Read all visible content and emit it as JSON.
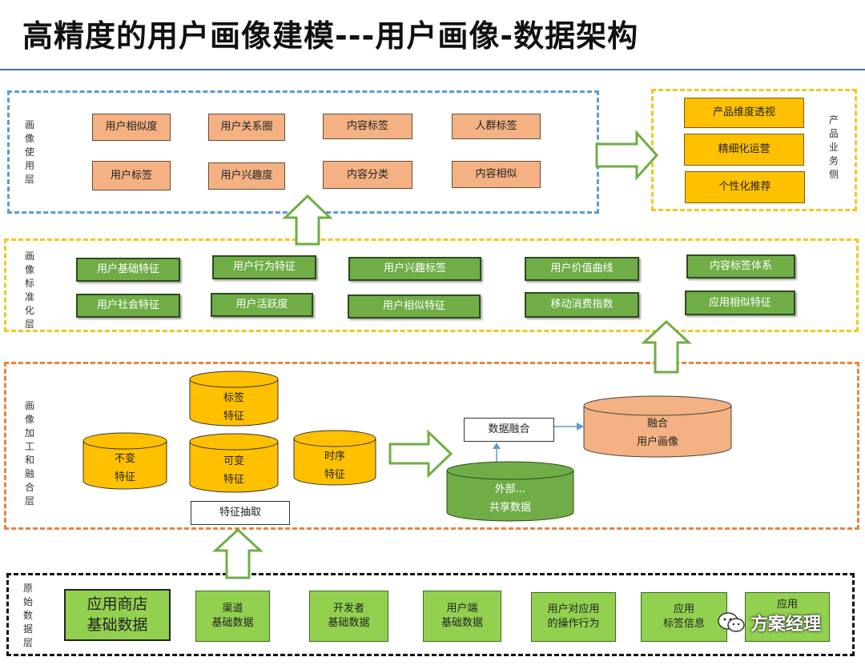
{
  "title": "高精度的用户画像建模---用户画像-数据架构",
  "layers": {
    "usage": "画像使用层",
    "business": "产品业务侧",
    "standard": "画像标准化层",
    "processing": "画像加工和融合层",
    "raw": "原始数据层"
  },
  "usage_boxes": [
    "用户相似度",
    "用户关系圈",
    "内容标签",
    "人群标签",
    "用户标签",
    "用户兴趣度",
    "内容分类",
    "内容相似"
  ],
  "business_boxes": [
    "产品维度透视",
    "精细化运营",
    "个性化推荐"
  ],
  "standard_boxes": [
    "用户基础特征",
    "用户行为特征",
    "用户兴趣标签",
    "用户价值曲线",
    "内容标签体系",
    "用户社会特征",
    "用户活跃度",
    "用户相似特征",
    "移动消费指数",
    "应用相似特征"
  ],
  "processing": {
    "cylinders": [
      "标签\n特征",
      "不变\n特征",
      "可变\n特征",
      "时序\n特征"
    ],
    "feature_extract": "特征抽取",
    "data_fusion": "数据融合",
    "external": "外部...\n共享数据",
    "fused": "融合\n用户画像"
  },
  "raw_boxes": [
    "应用商店\n基础数据",
    "渠道\n基础数据",
    "开发者\n基础数据",
    "用户端\n基础数据",
    "用户对应用\n的操作行为",
    "应用\n标签信息",
    "应用"
  ],
  "watermark": "方案经理",
  "colors": {
    "usage_frame": "#5b9bd5",
    "yellow_frame": "#f2c81c",
    "orange_frame": "#e9843f",
    "salmon": "#f4b183",
    "gold": "#ffc000",
    "green_dark": "#70ad47",
    "green_light": "#92d050"
  }
}
